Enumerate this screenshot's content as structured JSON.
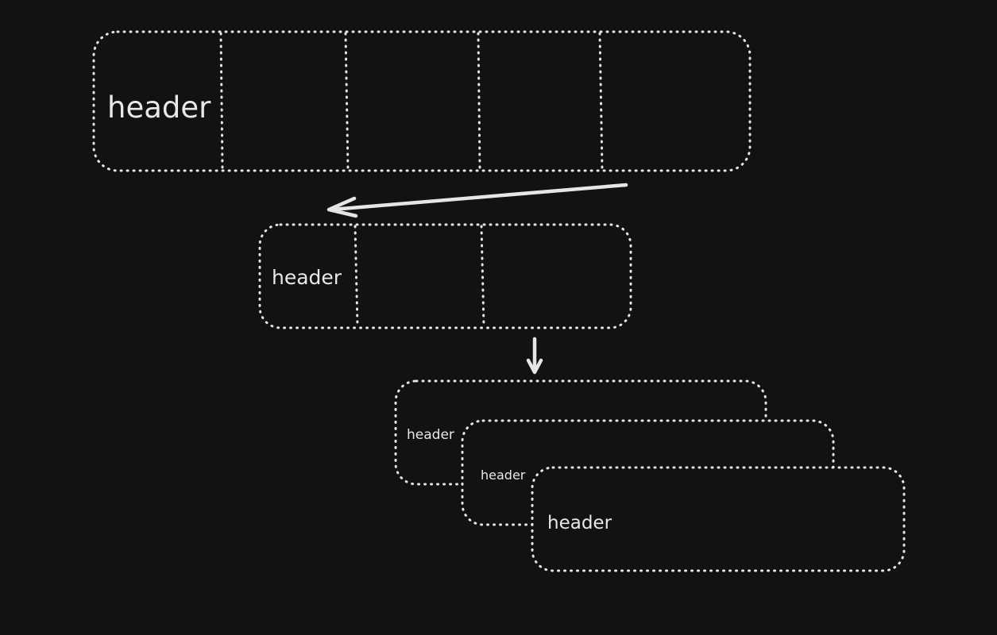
{
  "stage1": {
    "header_label": "header"
  },
  "stage2": {
    "header_label": "header"
  },
  "stage3": {
    "card1_label": "header",
    "card2_label": "header",
    "card3_label": "header"
  },
  "colors": {
    "background": "#121212",
    "stroke": "#e6e6e6",
    "text": "#e8e8e8"
  }
}
